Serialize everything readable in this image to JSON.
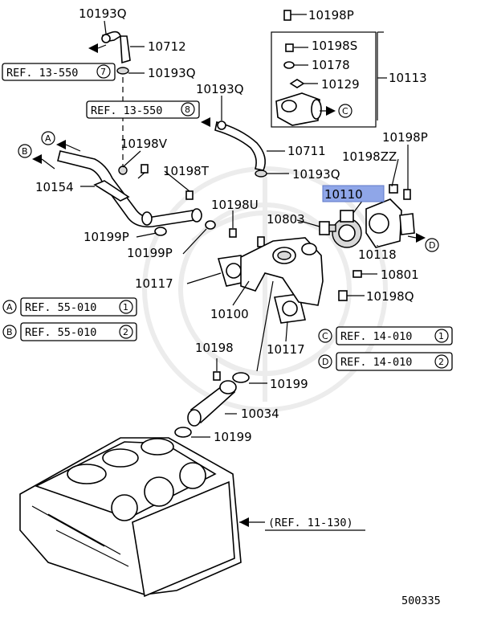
{
  "parts": {
    "p10193q_a": "10193Q",
    "p10712": "10712",
    "p10193q_b": "10193Q",
    "p10193q_c": "10193Q",
    "p10711": "10711",
    "p10193q_d": "10193Q",
    "p10198v": "10198V",
    "p10198t": "10198T",
    "p10154": "10154",
    "p10198u": "10198U",
    "p10199p_a": "10199P",
    "p10199p_b": "10199P",
    "p10117_a": "10117",
    "p10100": "10100",
    "p10117_b": "10117",
    "p10198": "10198",
    "p10199_a": "10199",
    "p10034": "10034",
    "p10199_b": "10199",
    "p10198p_top": "10198P",
    "p10198s": "10198S",
    "p10178": "10178",
    "p10129": "10129",
    "p10113": "10113",
    "p10198p": "10198P",
    "p10198zz": "10198ZZ",
    "p10110": "10110",
    "p10803": "10803",
    "p10118": "10118",
    "p10801": "10801",
    "p10198q": "10198Q"
  },
  "refs": {
    "r13_550_7": "REF. 13-550",
    "r13_550_7_num": "7",
    "r13_550_8": "REF. 13-550",
    "r13_550_8_num": "8",
    "r55_010_1": "REF. 55-010",
    "r55_010_1_num": "1",
    "r55_010_2": "REF. 55-010",
    "r55_010_2_num": "2",
    "r14_010_1": "REF. 14-010",
    "r14_010_1_num": "1",
    "r14_010_2": "REF. 14-010",
    "r14_010_2_num": "2",
    "r11_130": "(REF. 11-130)"
  },
  "markers": {
    "A": "A",
    "B": "B",
    "C": "C",
    "D": "D"
  },
  "diagram_number": "500335",
  "colors": {
    "highlight": "#8fa6e8",
    "line": "#000000",
    "watermark": "#ececec"
  }
}
